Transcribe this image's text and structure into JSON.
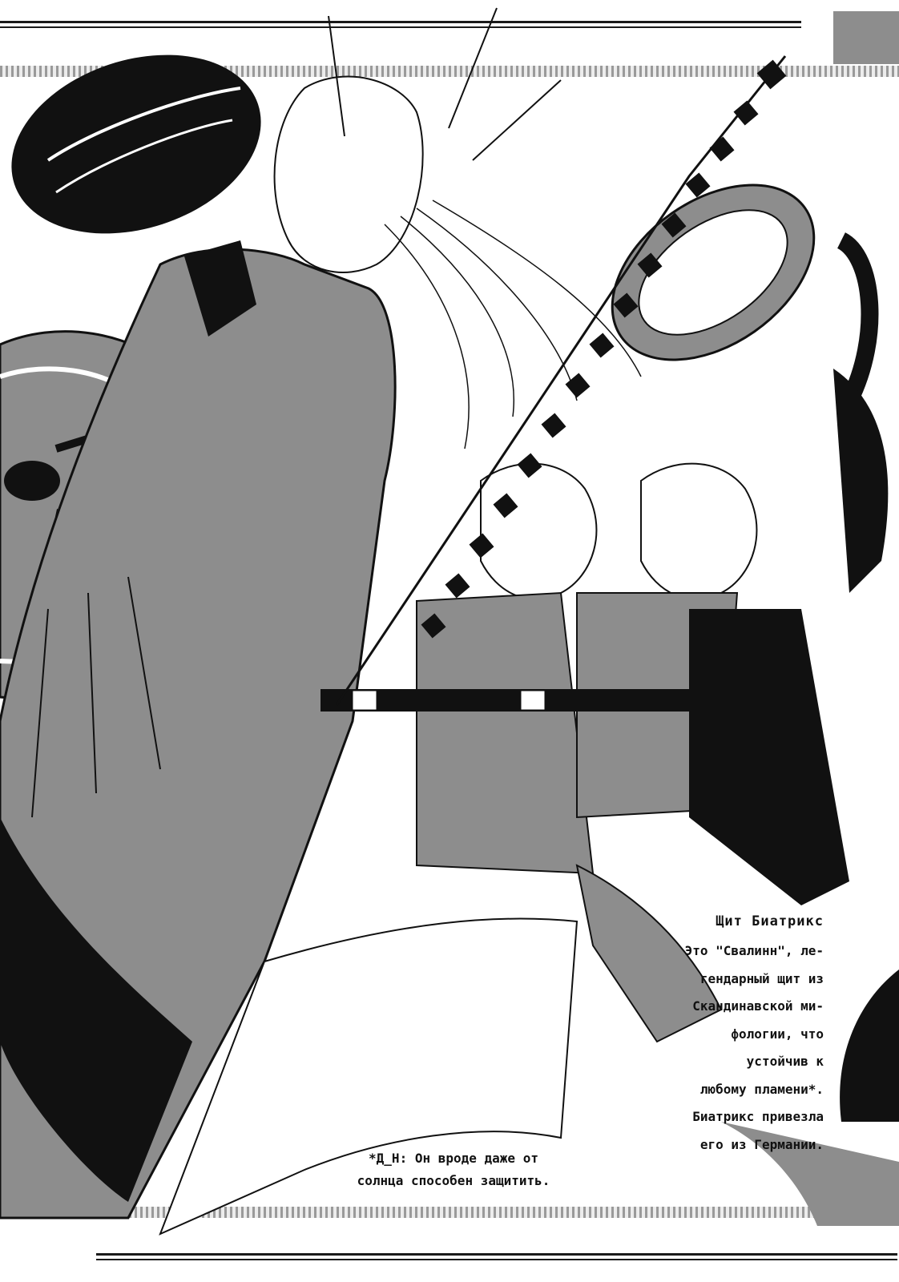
{
  "note": {
    "title": "Щит Биатрикс",
    "body": "Это \"Свалинн\", ле-\nгендарный щит из\nСкандинавской ми-\nфологии, что\nустойчив к\nлюбому пламени*.\nБиатрикс привезла\nего из Германии."
  },
  "footnote": {
    "text": "*Д_Н: Он вроде даже от\nсолнца способен защитить."
  },
  "colors": {
    "ink": "#111111",
    "screentone": "#8d8d8d",
    "paper": "#ffffff"
  }
}
